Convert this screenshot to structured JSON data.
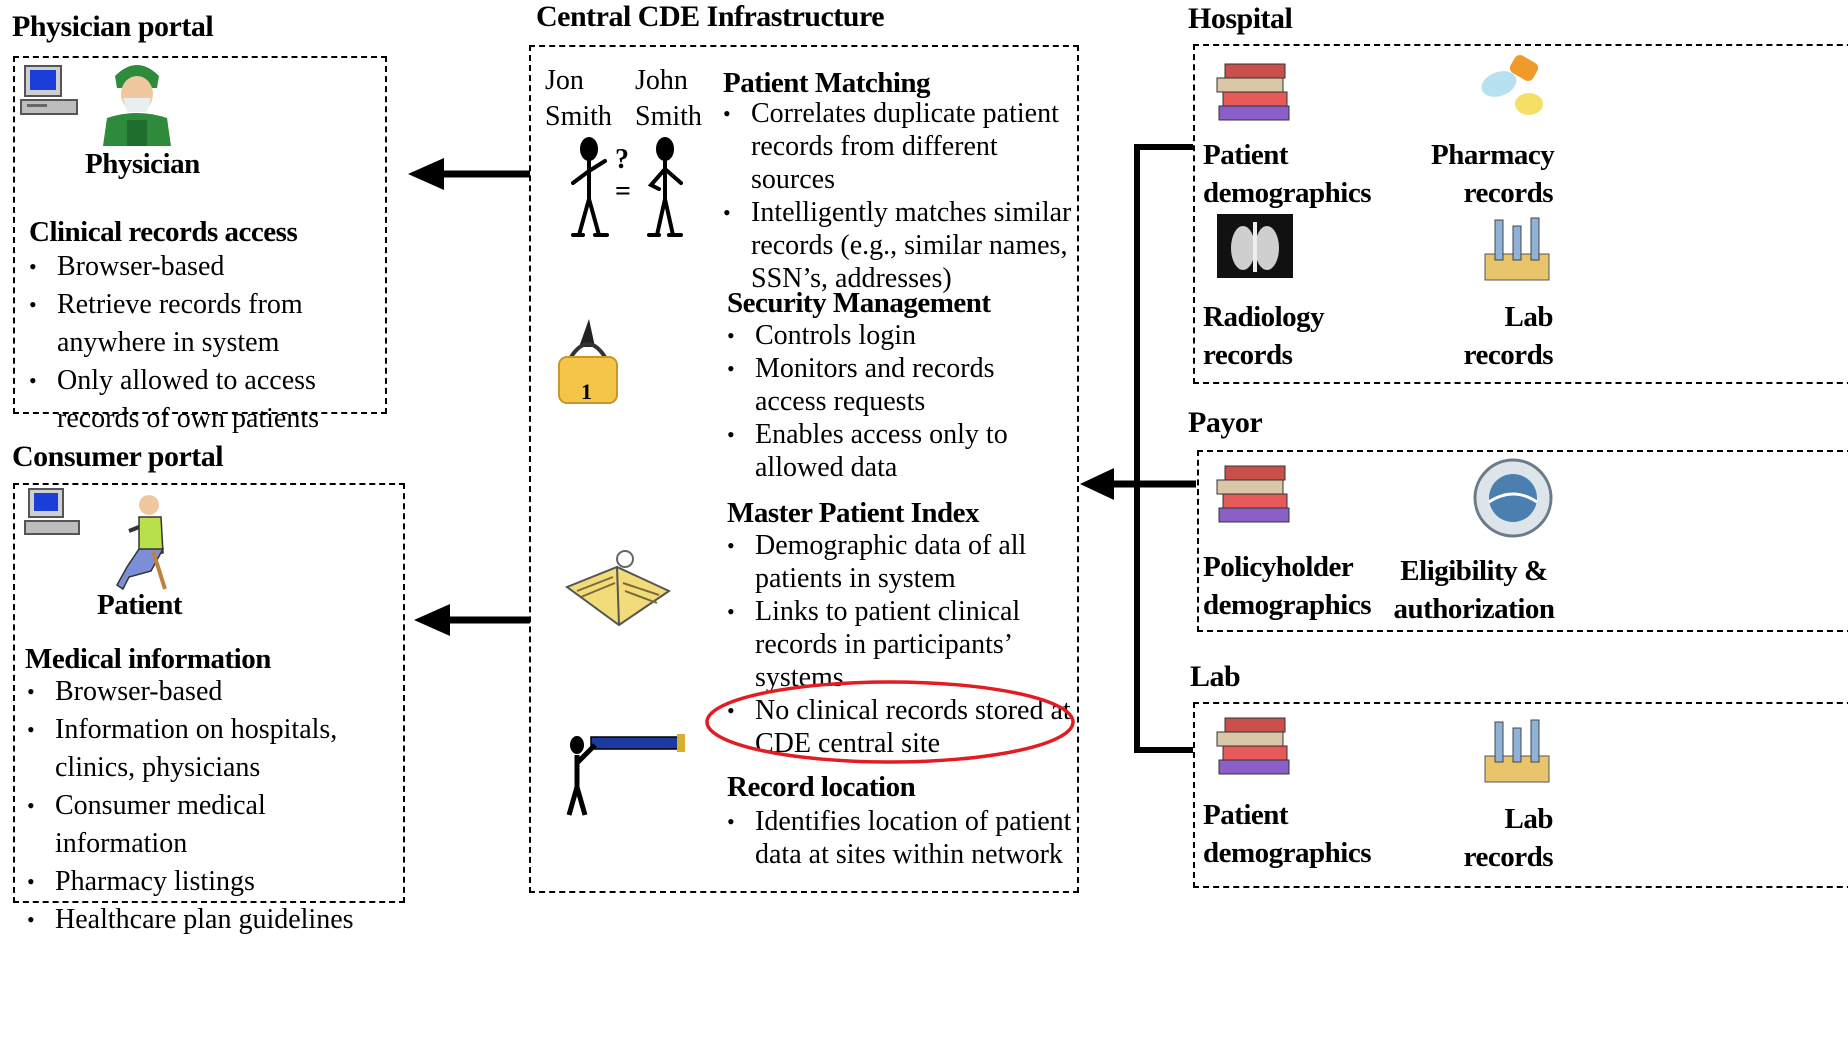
{
  "physician_portal": {
    "title": "Physician portal",
    "role": "Physician",
    "heading": "Clinical records access",
    "bullets": [
      "Browser-based",
      "Retrieve records from\nanywhere in system",
      "Only allowed to access\nrecords of own patients"
    ]
  },
  "consumer_portal": {
    "title": "Consumer portal",
    "role": "Patient",
    "heading": "Medical information",
    "bullets": [
      "Browser-based",
      "Information on hospitals,\nclinics, physicians",
      "Consumer medical information",
      "Pharmacy listings",
      "Healthcare plan guidelines"
    ]
  },
  "central": {
    "title": "Central CDE Infrastructure",
    "name1": "Jon\nSmith",
    "name2": "John\nSmith",
    "question": "?",
    "equals": "=",
    "lock_number": "1",
    "patient_matching": {
      "heading": "Patient Matching",
      "bullets": [
        "Correlates duplicate patient\nrecords from different sources",
        "Intelligently matches similar\nrecords (e.g., similar names,\nSSN’s, addresses)"
      ]
    },
    "security": {
      "heading": "Security Management",
      "bullets": [
        "Controls login",
        "Monitors and records\naccess requests",
        "Enables access only to\nallowed data"
      ]
    },
    "mpi": {
      "heading": "Master Patient Index",
      "bullets": [
        "Demographic data of all\npatients in system",
        "Links to patient clinical\nrecords in participants’\nsystems",
        "No clinical records stored at\nCDE central site"
      ]
    },
    "record_location": {
      "heading": "Record location",
      "bullets": [
        "Identifies location of patient\ndata at sites within network"
      ]
    }
  },
  "hospital": {
    "title": "Hospital",
    "items": [
      "Patient\ndemographics",
      "Pharmacy\nrecords",
      "Radiology\nrecords",
      "Lab\nrecords"
    ]
  },
  "payor": {
    "title": "Payor",
    "items": [
      "Policyholder\ndemographics",
      "Eligibility &\nauthorization"
    ]
  },
  "lab": {
    "title": "Lab",
    "items": [
      "Patient\ndemographics",
      "Lab\nrecords"
    ]
  },
  "colors": {
    "highlight": "#e31b23",
    "border": "#000000"
  }
}
